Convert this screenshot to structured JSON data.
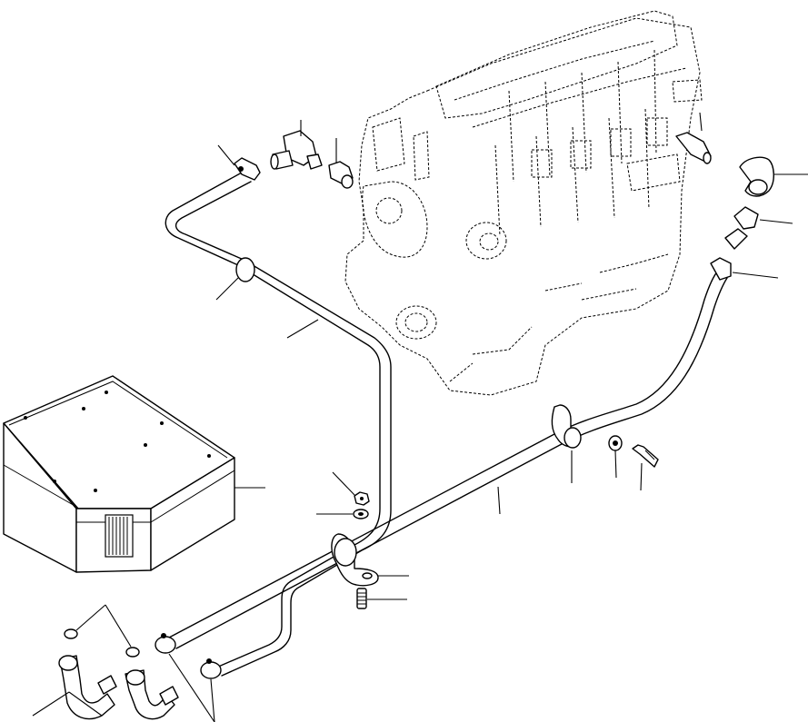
{
  "figure": {
    "kind": "exploded parts illustration",
    "background": "#ffffff",
    "ink": "#000000"
  },
  "parts": [
    {
      "id": "engine-block",
      "icon": "engine-dashed-outline-icon"
    },
    {
      "id": "battery-box",
      "icon": "box-icon"
    },
    {
      "id": "upper-tube",
      "icon": "tube-icon"
    },
    {
      "id": "lower-tube",
      "icon": "tube-icon"
    },
    {
      "id": "elbow-fitting-top",
      "icon": "elbow-fitting-icon"
    },
    {
      "id": "tee-fitting",
      "icon": "tee-fitting-icon"
    },
    {
      "id": "adapter-fitting",
      "icon": "adapter-icon"
    },
    {
      "id": "right-elbow",
      "icon": "elbow-fitting-icon"
    },
    {
      "id": "right-adapter",
      "icon": "adapter-icon"
    },
    {
      "id": "clamps",
      "icon": "clamp-icon"
    },
    {
      "id": "nut",
      "icon": "nut-icon"
    },
    {
      "id": "washers",
      "icon": "washer-icon"
    },
    {
      "id": "bolt",
      "icon": "bolt-icon"
    },
    {
      "id": "stud",
      "icon": "stud-icon"
    },
    {
      "id": "o-rings",
      "icon": "o-ring-icon"
    },
    {
      "id": "hose-elbows",
      "icon": "elbow-fitting-icon"
    }
  ]
}
